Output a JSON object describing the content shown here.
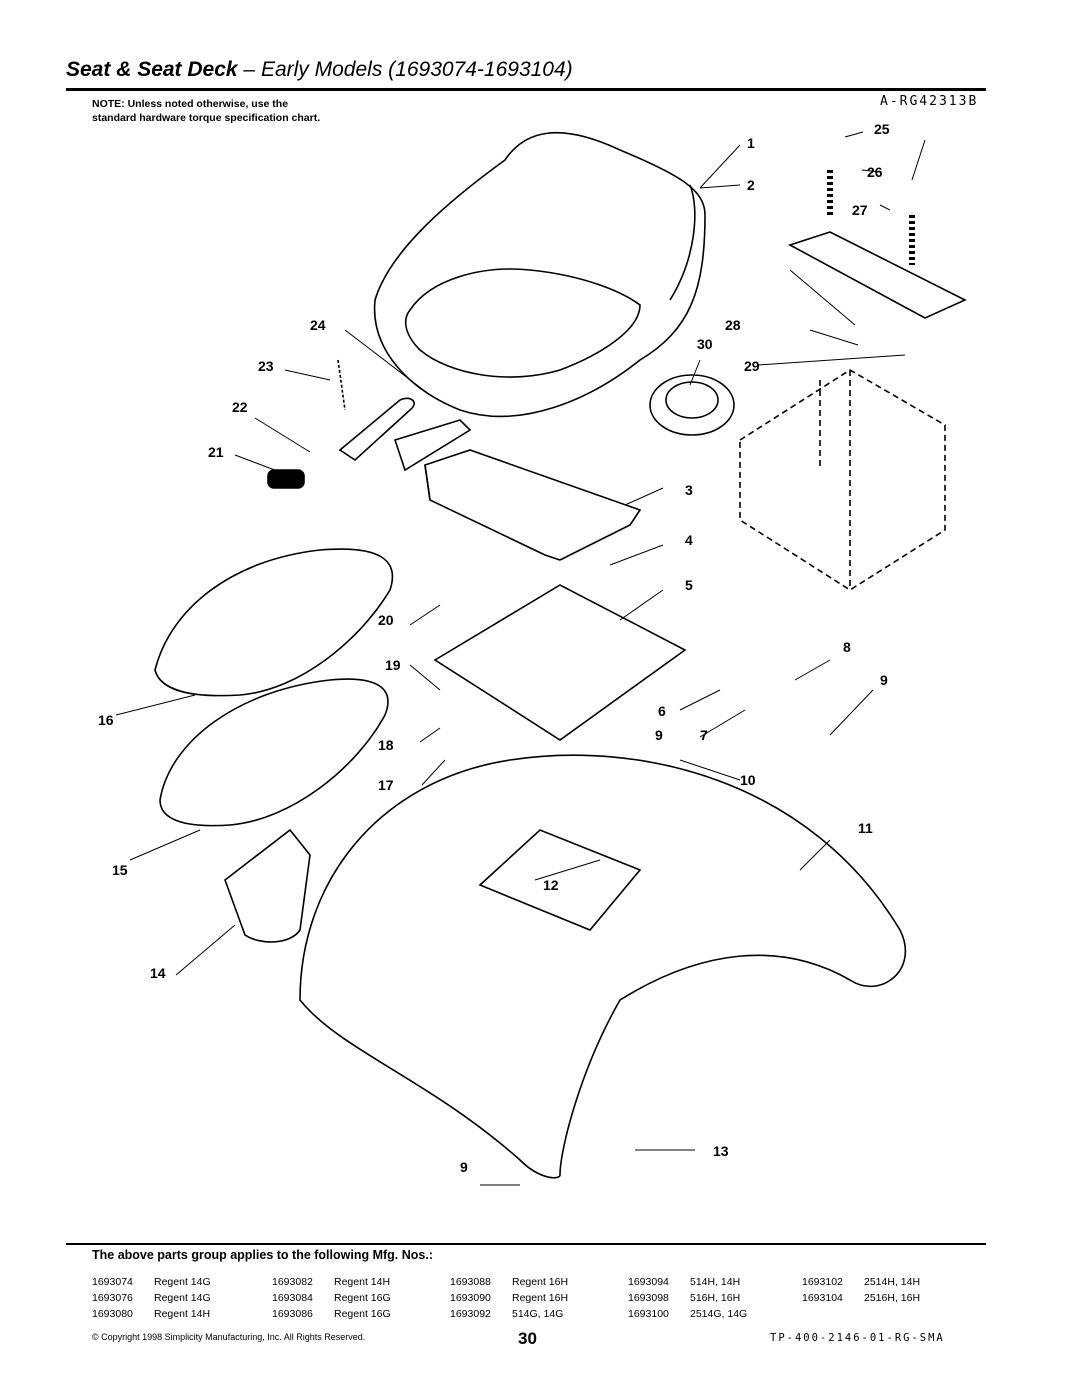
{
  "header": {
    "title_bold": "Seat & Seat Deck",
    "title_dash": " – ",
    "title_rest": "Early Models (1693074-1693104)"
  },
  "note": "NOTE: Unless noted otherwise, use the standard hardware torque specification chart.",
  "drawing_id": "A-RG42313B",
  "callouts": [
    "1",
    "2",
    "3",
    "4",
    "5",
    "6",
    "7",
    "8",
    "9",
    "9",
    "9",
    "10",
    "11",
    "12",
    "13",
    "14",
    "15",
    "16",
    "17",
    "18",
    "19",
    "20",
    "21",
    "22",
    "23",
    "24",
    "25",
    "26",
    "27",
    "28",
    "29",
    "30"
  ],
  "applies_heading": "The above parts group applies to the following Mfg. Nos.:",
  "mfg_columns": [
    [
      [
        "1693074",
        "Regent 14G"
      ],
      [
        "1693076",
        "Regent 14G"
      ],
      [
        "1693080",
        "Regent 14H"
      ]
    ],
    [
      [
        "1693082",
        "Regent 14H"
      ],
      [
        "1693084",
        "Regent 16G"
      ],
      [
        "1693086",
        "Regent 16G"
      ]
    ],
    [
      [
        "1693088",
        "Regent 16H"
      ],
      [
        "1693090",
        "Regent 16H"
      ],
      [
        "1693092",
        "514G, 14G"
      ]
    ],
    [
      [
        "1693094",
        "514H, 14H"
      ],
      [
        "1693098",
        "516H, 16H"
      ],
      [
        "1693100",
        "2514G, 14G"
      ]
    ],
    [
      [
        "1693102",
        "2514H, 14H"
      ],
      [
        "1693104",
        "2516H, 16H"
      ]
    ]
  ],
  "footer": {
    "copyright": "© Copyright 1998 Simplicity Manufacturing, Inc. All Rights Reserved.",
    "page_number": "30",
    "doc_code": "TP-400-2146-01-RG-SMA"
  }
}
